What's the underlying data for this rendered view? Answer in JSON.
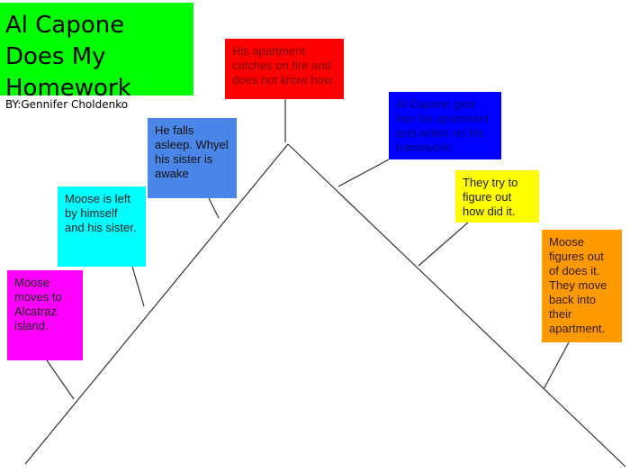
{
  "title": "Al Capone\nDoes My\nHomework",
  "byline": "BY:Gennifer Choldenko",
  "events": [
    {
      "text": "Moose moves to Alcatraz island.",
      "color": "#ff00ff",
      "text_color": "#222222"
    },
    {
      "text": "Moose is left by himself and his sister.",
      "color": "#00ffff",
      "text_color": "#222222"
    },
    {
      "text": "He falls asleep. Whyel his sister is awake",
      "color": "#4a86e8",
      "text_color": "#111111"
    },
    {
      "text": "His apartment catches on fire and does not know how.",
      "color": "#ff0000",
      "text_color": "#7a0000"
    },
    {
      "text": "Al Capone gets into his apartment and writes on his homework.",
      "color": "#0000ff",
      "text_color": "#000080"
    },
    {
      "text": "They try to figure out how did it.",
      "color": "#ffff00",
      "text_color": "#222222"
    },
    {
      "text": "Moose figures out of does it. They move back into their apartment.",
      "color": "#ff9900",
      "text_color": "#331a00"
    }
  ]
}
